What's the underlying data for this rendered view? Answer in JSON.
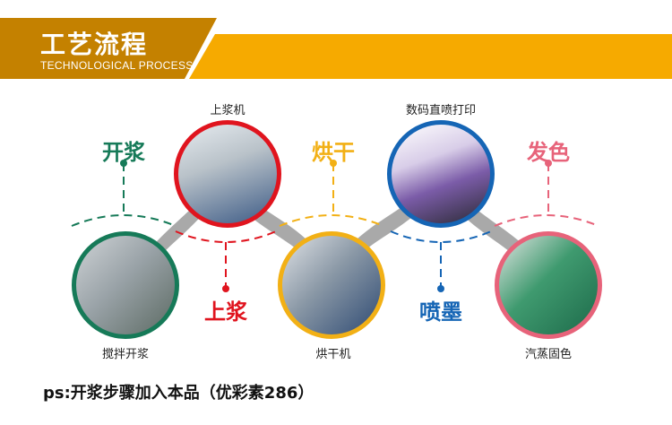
{
  "header": {
    "title": "工艺流程",
    "subtitle": "TECHNOLOGICAL PROCESS",
    "colors": {
      "dark": "#C48100",
      "light": "#F6AA00"
    }
  },
  "steps": [
    {
      "step_label": "开浆",
      "caption": "搅拌开浆",
      "color": "#167A58"
    },
    {
      "step_label": "上浆",
      "caption": "上浆机",
      "color": "#E0141E"
    },
    {
      "step_label": "烘干",
      "caption": "烘干机",
      "color": "#F2B015"
    },
    {
      "step_label": "喷墨",
      "caption": "数码直喷打印",
      "color": "#1565B5"
    },
    {
      "step_label": "发色",
      "caption": "汽蒸固色",
      "color": "#E7637A"
    }
  ],
  "footer_note": "ps:开浆步骤加入本品（优彩素286）"
}
